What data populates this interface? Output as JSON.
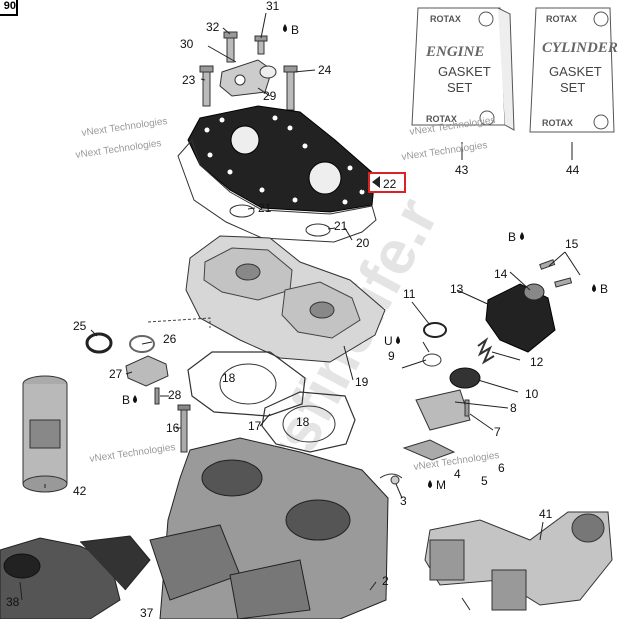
{
  "diagram": {
    "corner_fragment": "90",
    "highlighted_callout": "22",
    "watermark_brand": "vNext Technologies",
    "watermark_big": "partsfinelife.r",
    "callouts": {
      "c2": "2",
      "c3": "3",
      "c4": "4",
      "c5": "5",
      "c6": "6",
      "c7": "7",
      "c8": "8",
      "c9": "9",
      "c10": "10",
      "c11": "11",
      "c12": "12",
      "c13": "13",
      "c14": "14",
      "c15": "15",
      "c16": "16",
      "c17": "17",
      "c18a": "18",
      "c18b": "18",
      "c19": "19",
      "c20": "20",
      "c21a": "21",
      "c21b": "21",
      "c23": "23",
      "c24": "24",
      "c25": "25",
      "c26": "26",
      "c27": "27",
      "c28": "28",
      "c29": "29",
      "c30": "30",
      "c31": "31",
      "c32": "32",
      "c37": "37",
      "c38": "38",
      "c41": "41",
      "c42": "42",
      "c43": "43",
      "c44": "44"
    },
    "lube_marks": {
      "b_top": "B",
      "b_14": "B",
      "b_15": "B",
      "b_28": "B",
      "u_9": "U",
      "m_4": "M"
    },
    "kits": [
      {
        "brand": "ROTAX",
        "line1": "ENGINE",
        "line2": "GASKET",
        "line3": "SET"
      },
      {
        "brand": "ROTAX",
        "line1": "CYLINDER",
        "line2": "GASKET",
        "line3": "SET"
      }
    ]
  }
}
